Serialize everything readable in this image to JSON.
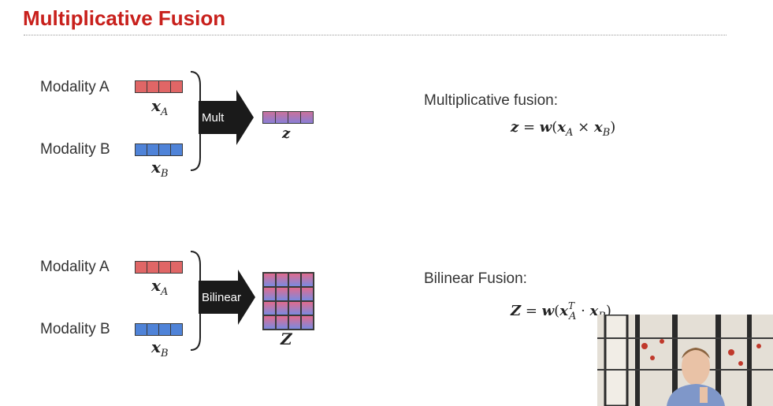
{
  "slide": {
    "title": "Multiplicative Fusion"
  },
  "top_diagram": {
    "modality_a": "Modality A",
    "modality_b": "Modality B",
    "x_a": "x",
    "x_a_sub": "A",
    "x_b": "x",
    "x_b_sub": "B",
    "op_label": "Mult",
    "output": "z",
    "caption": "Multiplicative fusion:",
    "equation": "z = w(x_A × x_B)"
  },
  "bottom_diagram": {
    "modality_a": "Modality A",
    "modality_b": "Modality B",
    "x_a": "x",
    "x_a_sub": "A",
    "x_b": "x",
    "x_b_sub": "B",
    "op_label": "Bilinear",
    "output": "Z",
    "caption": "Bilinear Fusion:",
    "equation": "Z = w(x_A^T · x_B)"
  },
  "colors": {
    "title": "#c8201c",
    "modality_a_vector": "#e06666",
    "modality_b_vector": "#4f83d8",
    "arrow": "#1a1a1a"
  },
  "video_overlay": {
    "icon": "presenter-webcam-icon"
  }
}
